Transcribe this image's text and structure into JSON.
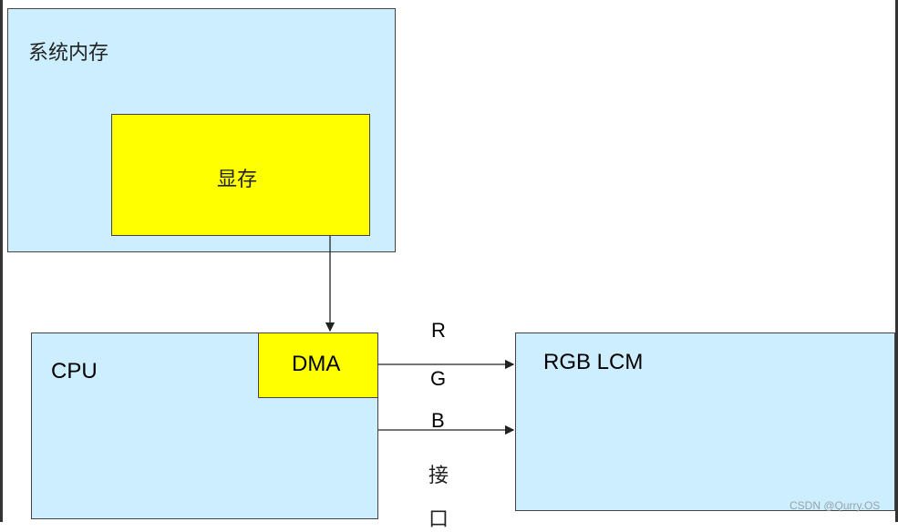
{
  "diagram": {
    "system_memory": {
      "label": "系统内存"
    },
    "video_memory": {
      "label": "显存"
    },
    "cpu": {
      "label": "CPU"
    },
    "dma": {
      "label": "DMA"
    },
    "lcm": {
      "label": "RGB LCM"
    },
    "interface_label": [
      "R",
      "G",
      "B",
      "接",
      "口"
    ],
    "edges": [
      {
        "from": "video_memory",
        "to": "dma"
      },
      {
        "from": "dma",
        "to": "lcm"
      },
      {
        "from": "cpu",
        "to": "lcm"
      }
    ],
    "colors": {
      "memory_fill": "#cceeff",
      "highlight_fill": "#ffff00",
      "stroke": "#444444"
    }
  },
  "watermark": "CSDN @Qurry.OS"
}
